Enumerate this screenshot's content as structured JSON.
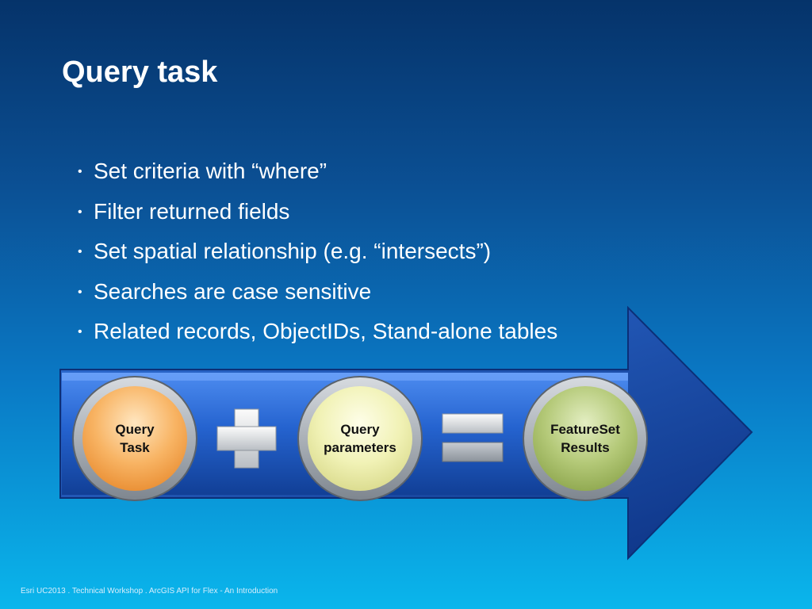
{
  "title": "Query task",
  "bullets": [
    "Set criteria with “where”",
    "Filter returned fields",
    "Set spatial relationship (e.g. “intersects”)",
    "Searches are case sensitive",
    "Related records, ObjectIDs, Stand-alone tables"
  ],
  "diagram": {
    "query_task": "Query\nTask",
    "query_task_line1": "Query",
    "query_task_line2": "Task",
    "query_params_line1": "Query",
    "query_params_line2": "parameters",
    "result_line1": "FeatureSet",
    "result_line2": "Results",
    "plus_icon": "plus-icon",
    "equals_icon": "equals-icon",
    "colors": {
      "arrow": "#1f5fc8",
      "task_circle": "#f5a24c",
      "params_circle": "#eef0a8",
      "result_circle": "#a7bf6a"
    }
  },
  "footer": "Esri UC2013 . Technical Workshop . ArcGIS API for Flex - An Introduction"
}
